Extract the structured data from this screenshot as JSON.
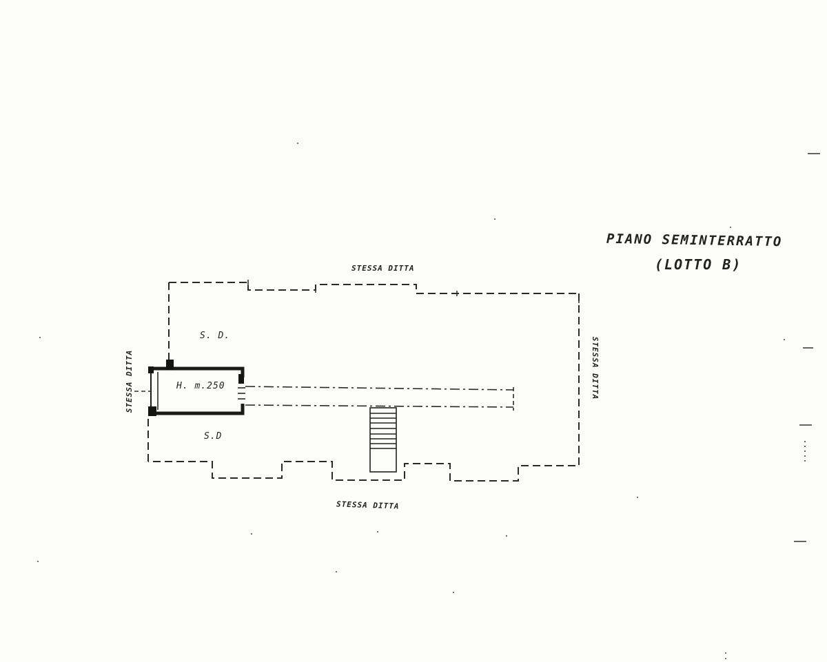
{
  "drawing": {
    "title_line1": "PIANO SEMINTERRATTO",
    "title_line2": "(LOTTO B)",
    "label_top": "STESSA DITTA",
    "label_bottom": "STESSA DITTA",
    "label_left": "STESSA DITTA",
    "label_right": "STESSA DITTA",
    "label_sd_upper": "S. D.",
    "label_sd_lower": "S.D",
    "room_height": "H. m.250"
  },
  "colors": {
    "paper": "#fcfcfa",
    "ink": "#1c1c1c"
  }
}
